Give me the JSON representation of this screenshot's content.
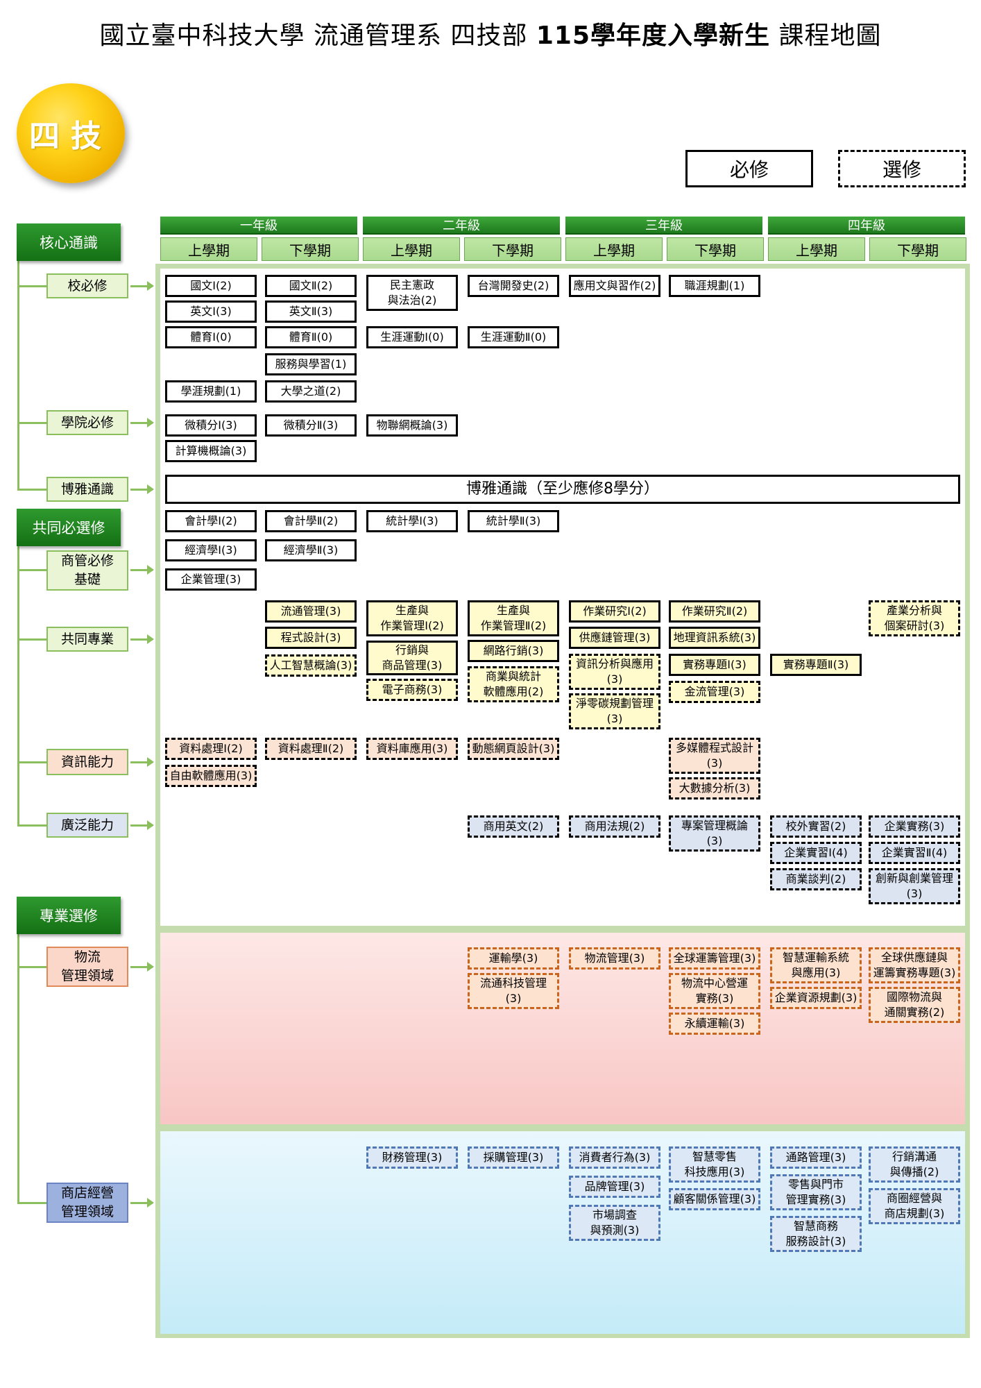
{
  "title": {
    "part1": "國立臺中科技大學 流通管理系 四技部 ",
    "part2": "115學年度入學新生",
    "part3": " 課程地圖"
  },
  "badge": "四技",
  "legend": {
    "required": "必修",
    "elective": "選修"
  },
  "years": [
    "一年級",
    "二年級",
    "三年級",
    "四年級"
  ],
  "semesters": [
    "上學期",
    "下學期",
    "上學期",
    "下學期",
    "上學期",
    "下學期",
    "上學期",
    "下學期"
  ],
  "groups": {
    "core_ge": "核心通識",
    "common": "共同必選修",
    "major_elective": "專業選修"
  },
  "categories": {
    "school": "校必修",
    "college": "學院必修",
    "liberal": "博雅通識",
    "business_basic": "商管必修\n基礎",
    "common_major": "共同專業",
    "info": "資訊能力",
    "broad": "廣泛能力",
    "logistics": "物流\n管理領域",
    "store": "商店經營\n管理領域"
  },
  "general_education_bar": "博雅通識（至少應修8學分）",
  "courses": {
    "chinese1": "國文Ⅰ(2)",
    "chinese2": "國文Ⅱ(2)",
    "democracy": "民主憲政\n與法治(2)",
    "taiwan": "台灣開發史(2)",
    "applied_writing": "應用文與習作(2)",
    "career_plan": "職涯規劃(1)",
    "english1": "英文Ⅰ(3)",
    "english2": "英文Ⅱ(3)",
    "pe1": "體育Ⅰ(0)",
    "pe2": "體育Ⅱ(0)",
    "life_sport1": "生涯運動Ⅰ(0)",
    "life_sport2": "生涯運動Ⅱ(0)",
    "service": "服務與學習(1)",
    "study_plan": "學涯規劃(1)",
    "univ_way": "大學之道(2)",
    "calc1": "微積分Ⅰ(3)",
    "calc2": "微積分Ⅱ(3)",
    "iot": "物聯網概論(3)",
    "computer": "計算機概論(3)",
    "acct1": "會計學Ⅰ(2)",
    "acct2": "會計學Ⅱ(2)",
    "stat1": "統計學Ⅰ(3)",
    "stat2": "統計學Ⅱ(3)",
    "econ1": "經濟學Ⅰ(3)",
    "econ2": "經濟學Ⅱ(3)",
    "enterprise": "企業管理(3)",
    "dist_mgmt": "流通管理(3)",
    "programming": "程式設計(3)",
    "ai": "人工智慧概論(3)",
    "prod1": "生產與\n作業管理Ⅰ(2)",
    "marketing": "行銷與\n商品管理(3)",
    "ecommerce": "電子商務(3)",
    "prod2": "生產與\n作業管理Ⅱ(2)",
    "net_marketing": "網路行銷(3)",
    "biz_stat_sw": "商業與統計\n軟體應用(2)",
    "or1": "作業研究Ⅰ(2)",
    "scm": "供應鏈管理(3)",
    "data_analysis": "資訊分析與應用\n(3)",
    "net_zero": "淨零碳規劃管理\n(3)",
    "or2": "作業研究Ⅱ(2)",
    "gis": "地理資訊系統(3)",
    "project1": "實務專題Ⅰ(3)",
    "cash_flow": "金流管理(3)",
    "project2": "實務專題Ⅱ(3)",
    "industry": "產業分析與\n個案研討(3)",
    "dp1": "資料處理Ⅰ(2)",
    "dp2": "資料處理Ⅱ(2)",
    "db": "資料庫應用(3)",
    "web": "動態網頁設計(3)",
    "free_sw": "自由軟體應用(3)",
    "multimedia": "多媒體程式設計\n(3)",
    "bigdata": "大數據分析(3)",
    "biz_english": "商用英文(2)",
    "biz_law": "商用法規(2)",
    "pm": "專案管理概論\n(3)",
    "intern_out": "校外實習(2)",
    "intern1": "企業實習Ⅰ(4)",
    "negotiation": "商業談判(2)",
    "biz_practice": "企業實務(3)",
    "intern2": "企業實習Ⅱ(4)",
    "startup": "創新與創業管理\n(3)",
    "transport": "運輸學(3)",
    "dist_tech": "流通科技管理\n(3)",
    "logistics_mgmt": "物流管理(3)",
    "global_ops": "全球運籌管理(3)",
    "dc_ops": "物流中心營運\n實務(3)",
    "green_transport": "永續運輸(3)",
    "smart_transport": "智慧運輸系統\n與應用(3)",
    "erp": "企業資源規劃(3)",
    "global_scm": "全球供應鏈與\n運籌實務專題(3)",
    "intl_logistics": "國際物流與\n通關實務(2)",
    "finance": "財務管理(3)",
    "purchasing": "採購管理(3)",
    "consumer": "消費者行為(3)",
    "brand": "品牌管理(3)",
    "market_research": "市場調查\n與預測(3)",
    "smart_retail": "智慧零售\n科技應用(3)",
    "crm": "顧客關係管理(3)",
    "channel": "通路管理(3)",
    "retail_practice": "零售與門市\n管理實務(3)",
    "smart_service": "智慧商務\n服務設計(3)",
    "mkt_comm": "行銷溝通\n與傳播(2)",
    "trade_area": "商圈經營與\n商店規劃(3)"
  }
}
